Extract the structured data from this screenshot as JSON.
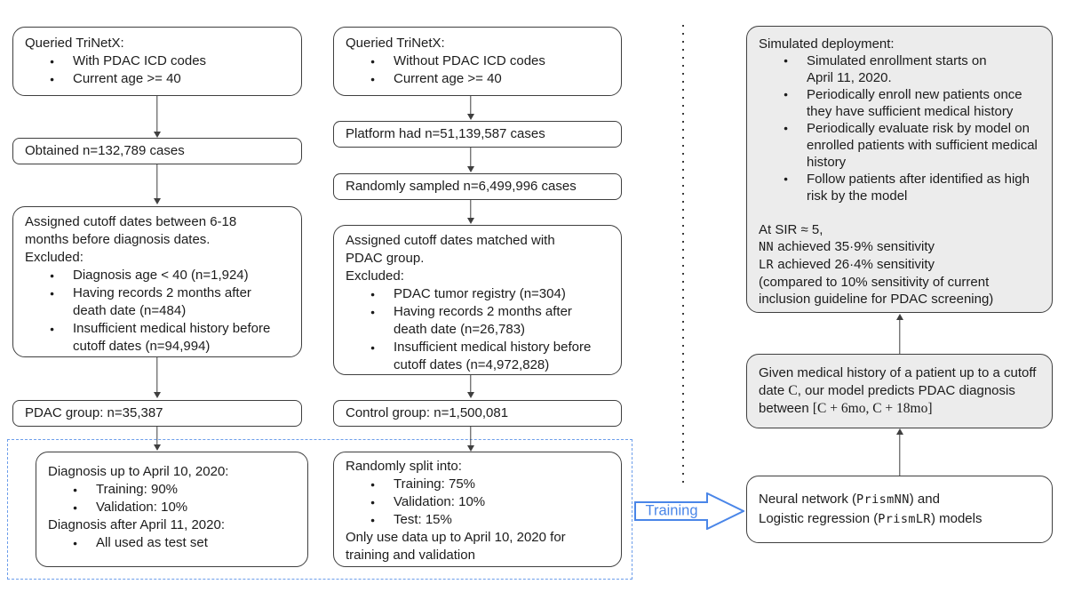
{
  "colors": {
    "box_border": "#3f3f3f",
    "gray_fill": "#ececec",
    "dashed_region_blue": "#6d9eeb",
    "training_blue": "#4a86e8",
    "text": "#1c1c1c"
  },
  "flowchart": {
    "pdac_column": {
      "query_box": {
        "title": "Queried TriNetX:",
        "bullets": [
          "With PDAC ICD codes",
          "Current age >= 40"
        ]
      },
      "obtained_box": "Obtained n=132,789 cases",
      "cutoff_box": {
        "line1": "Assigned cutoff dates between 6-18\nmonths before diagnosis dates.",
        "line2": "Excluded:",
        "bullets": [
          "Diagnosis age < 40 (n=1,924)",
          "Having records 2 months after\ndeath date (n=484)",
          "Insufficient medical history before\ncutoff dates (n=94,994)"
        ]
      },
      "group_box": "PDAC group: n=35,387",
      "split_box": {
        "line1": "Diagnosis up to April 10, 2020:",
        "bullets1": [
          "Training: 90%",
          "Validation: 10%"
        ],
        "line2": "Diagnosis after April 11, 2020:",
        "bullets2": [
          "All used as test set"
        ]
      }
    },
    "control_column": {
      "query_box": {
        "title": "Queried TriNetX:",
        "bullets": [
          "Without PDAC ICD codes",
          "Current age >= 40"
        ]
      },
      "platform_box": "Platform had n=51,139,587 cases",
      "sampled_box": "Randomly sampled n=6,499,996 cases",
      "cutoff_box": {
        "line1": "Assigned cutoff dates matched with\nPDAC group.",
        "line2": "Excluded:",
        "bullets": [
          "PDAC tumor registry (n=304)",
          "Having records 2 months after\ndeath date (n=26,783)",
          "Insufficient medical history before\ncutoff dates (n=4,972,828)"
        ]
      },
      "group_box": "Control group: n=1,500,081",
      "split_box": {
        "line1": "Randomly split into:",
        "bullets": [
          "Training: 75%",
          "Validation: 10%",
          "Test: 15%"
        ],
        "line2": "Only use data up to April 10, 2020 for\ntraining and validation"
      }
    },
    "training_arrow_label": "Training",
    "model_column": {
      "deployment_box": {
        "title": "Simulated deployment:",
        "bullets": [
          "Simulated enrollment starts on\nApril 11, 2020.",
          "Periodically enroll new patients once\nthey have sufficient medical history",
          "Periodically evaluate risk by model on\nenrolled patients with sufficient medical\nhistory",
          "Follow patients after identified as high\nrisk by the model"
        ],
        "sir_line": "At SIR ≈ 5,",
        "nn_code": "NN",
        "nn_rest": " achieved 35·9% sensitivity",
        "lr_code": "LR",
        "lr_rest": " achieved 26·4% sensitivity",
        "note": "(compared to 10% sensitivity of current\ninclusion guideline for PDAC screening)"
      },
      "task_box": {
        "seg1": "Given medical history of a patient up to a cutoff date ",
        "c": "C",
        "seg2": ", our model predicts PDAC diagnosis between ",
        "math": "[C + 6mo, C + 18mo]"
      },
      "models_box": {
        "l1_pre": "Neural network (",
        "l1_code": "PrismNN",
        "l1_post": ") and",
        "l2_pre": "Logistic regression (",
        "l2_code": "PrismLR",
        "l2_post": ") models"
      }
    }
  }
}
